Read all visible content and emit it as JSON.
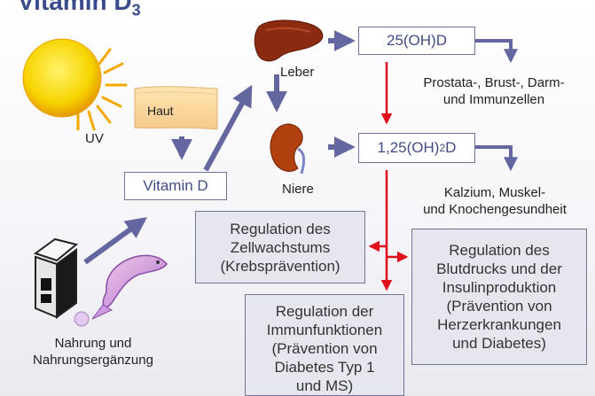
{
  "title": {
    "main": "Vitamin D",
    "sub": "3"
  },
  "labels": {
    "uv": "UV",
    "haut": "Haut",
    "leber": "Leber",
    "niere": "Niere",
    "nahrung_1": "Nahrung und",
    "nahrung_2": "Nahrungsergänzung",
    "prostata_1": "Prostata-, Brust-, Darm-",
    "prostata_2": "und Immunzellen",
    "kalzium_1": "Kalzium, Muskel-",
    "kalzium_2": "und Knochengesundheit"
  },
  "boxes": {
    "vitamin_d": "Vitamin D",
    "ohd25": "25(OH)D",
    "ohd125_pre": "1,25(OH)",
    "ohd125_sub": "2",
    "ohd125_post": "D"
  },
  "regulation": {
    "zellwachstum": [
      "Regulation des",
      "Zellwachstums",
      "(Krebsprävention)"
    ],
    "blutdruck": [
      "Regulation des",
      "Blutdrucks und der",
      "Insulinproduktion",
      "(Prävention von",
      "Herzerkrankungen",
      "und Diabetes)"
    ],
    "immun": [
      "Regulation der",
      "Immunfunktionen",
      "(Prävention von",
      "Diabetes Typ 1",
      "und MS)"
    ]
  },
  "colors": {
    "title": "#3b4a8a",
    "arrow_blue": "#6466a0",
    "arrow_red": "#e0101a",
    "box_border": "#6f7399",
    "box_text": "#3f4d84",
    "sun": "#f7d400",
    "liver": "#8a2a10"
  },
  "icons": [
    "sun-icon",
    "skin-icon",
    "liver-icon",
    "kidney-icon",
    "milk-carton-icon",
    "fish-icon"
  ]
}
